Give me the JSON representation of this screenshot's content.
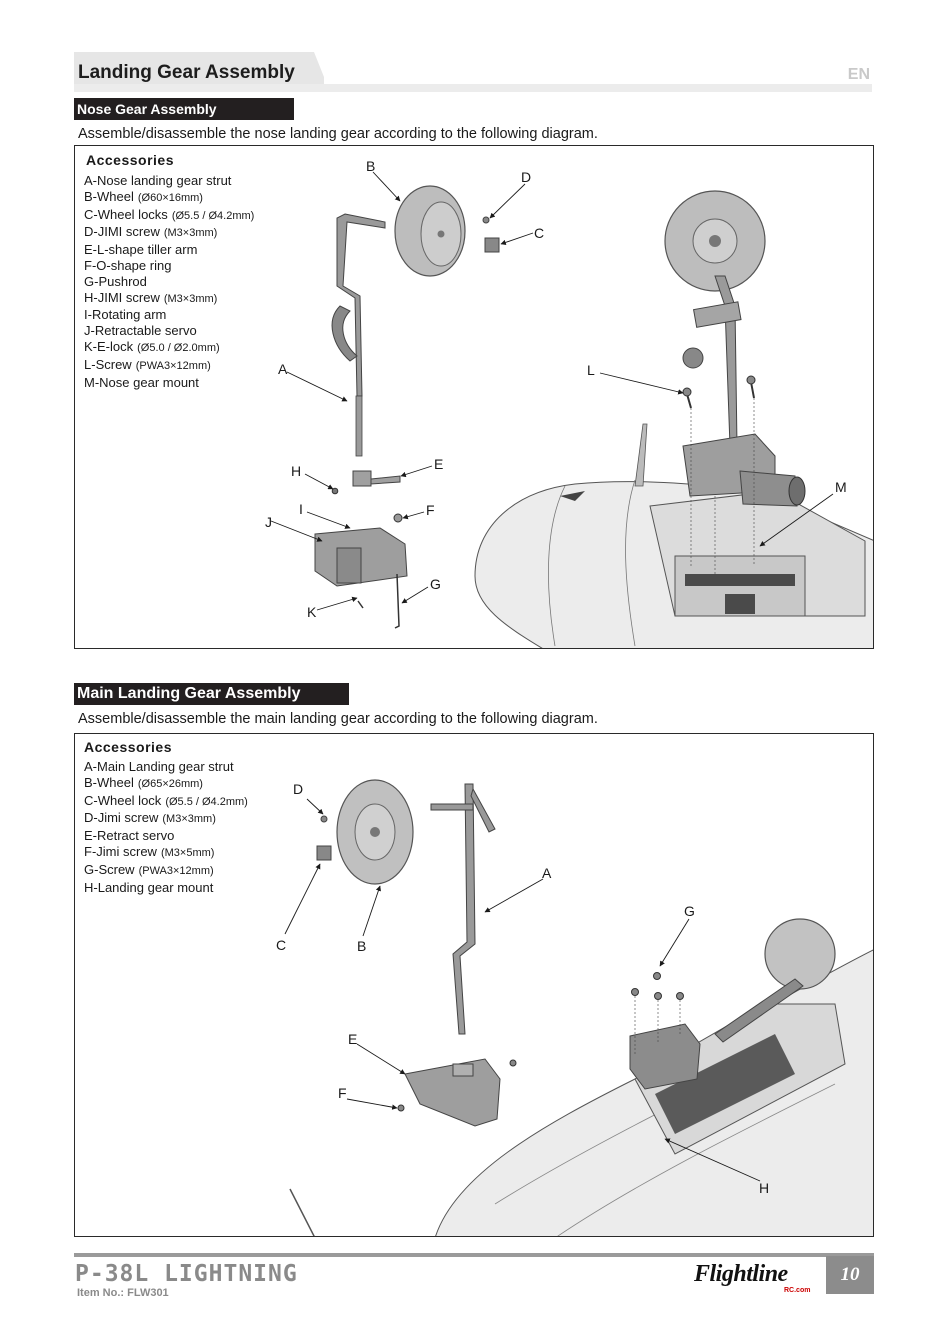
{
  "header": {
    "title": "Landing Gear Assembly",
    "lang": "EN"
  },
  "nose": {
    "section_title": "Nose Gear Assembly",
    "description": "Assemble/disassemble the nose landing gear according to the following diagram.",
    "accessories_title": "Accessories",
    "items": [
      {
        "key": "A",
        "text": "Nose landing gear strut",
        "spec": ""
      },
      {
        "key": "B",
        "text": "Wheel",
        "spec": "(Ø60×16mm)"
      },
      {
        "key": "C",
        "text": "Wheel locks",
        "spec": "(Ø5.5 / Ø4.2mm)"
      },
      {
        "key": "D",
        "text": "JIMI screw",
        "spec": "(M3×3mm)"
      },
      {
        "key": "E",
        "text": "L-shape tiller arm",
        "spec": ""
      },
      {
        "key": "F",
        "text": "O-shape ring",
        "spec": ""
      },
      {
        "key": "G",
        "text": "Pushrod",
        "spec": ""
      },
      {
        "key": "H",
        "text": "JIMI screw",
        "spec": "(M3×3mm)"
      },
      {
        "key": "I",
        "text": "Rotating arm",
        "spec": ""
      },
      {
        "key": "J",
        "text": "Retractable servo",
        "spec": ""
      },
      {
        "key": "K",
        "text": "E-lock",
        "spec": "(Ø5.0 / Ø2.0mm)"
      },
      {
        "key": "L",
        "text": "Screw",
        "spec": "(PWA3×12mm)"
      },
      {
        "key": "M",
        "text": "Nose gear mount",
        "spec": ""
      }
    ]
  },
  "main": {
    "section_title": "Main Landing Gear Assembly",
    "description": "Assemble/disassemble the main landing gear according to the following diagram.",
    "accessories_title": "Accessories",
    "items": [
      {
        "key": "A",
        "text": "Main Landing gear strut",
        "spec": ""
      },
      {
        "key": "B",
        "text": "Wheel",
        "spec": "(Ø65×26mm)"
      },
      {
        "key": "C",
        "text": "Wheel lock",
        "spec": "(Ø5.5 / Ø4.2mm)"
      },
      {
        "key": "D",
        "text": "Jimi screw",
        "spec": "(M3×3mm)"
      },
      {
        "key": "E",
        "text": "Retract servo",
        "spec": ""
      },
      {
        "key": "F",
        "text": "Jimi screw",
        "spec": "(M3×5mm)"
      },
      {
        "key": "G",
        "text": "Screw",
        "spec": "(PWA3×12mm)"
      },
      {
        "key": "H",
        "text": "Landing gear mount",
        "spec": ""
      }
    ]
  },
  "footer": {
    "model": "P-38L LIGHTNING",
    "item_no": "Item No.: FLW301",
    "brand": "Flightline",
    "brand_sub": "RC.com",
    "page": "10"
  },
  "colors": {
    "bar": "#231f20",
    "part": "#9a9a9a",
    "footer_gray": "#8a8a8a",
    "header_tab": "#e6e6e6"
  }
}
